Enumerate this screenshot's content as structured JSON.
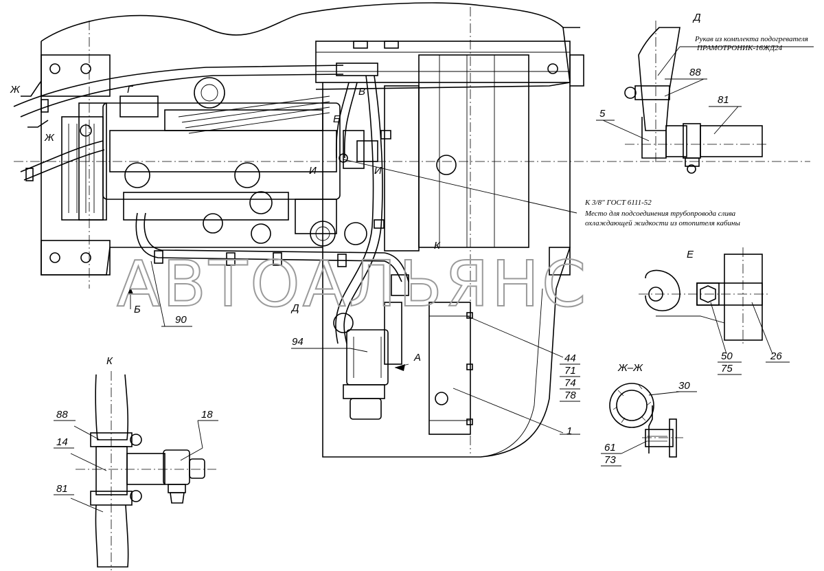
{
  "watermark": "АВТОАЛЬЯНС",
  "view_labels": {
    "D": "Д",
    "E": "Е",
    "K": "К",
    "ZhZh": "Ж–Ж"
  },
  "main_letters": {
    "zh_top": "Ж",
    "zh_bottom": "Ж",
    "g": "Г",
    "v": "В",
    "e": "Е",
    "i_left": "И",
    "i_right": "И",
    "k": "К",
    "d": "Д",
    "a": "А",
    "b": "Б"
  },
  "notes": {
    "hose_line1": "Рукав из комплекта подогревателя",
    "hose_line2": "ПРАМОТРОНИК-16ЖД24",
    "plug_line1": "К 3/8\" ГОСТ 6111-52",
    "plug_line2": "Место для подсоединения трубопровода слива",
    "plug_line3": "охлаждающей жидкости из отопителя кабины"
  },
  "callouts": {
    "d_88": "88",
    "d_81": "81",
    "d_5": "5",
    "main_90": "90",
    "main_94": "94",
    "main_1": "1",
    "stack_44": "44",
    "stack_71": "71",
    "stack_74": "74",
    "stack_78": "78",
    "e_50": "50",
    "e_75": "75",
    "e_26": "26",
    "zh_30": "30",
    "zh_61": "61",
    "zh_73": "73",
    "k_88": "88",
    "k_14": "14",
    "k_81": "81",
    "k_18": "18"
  }
}
